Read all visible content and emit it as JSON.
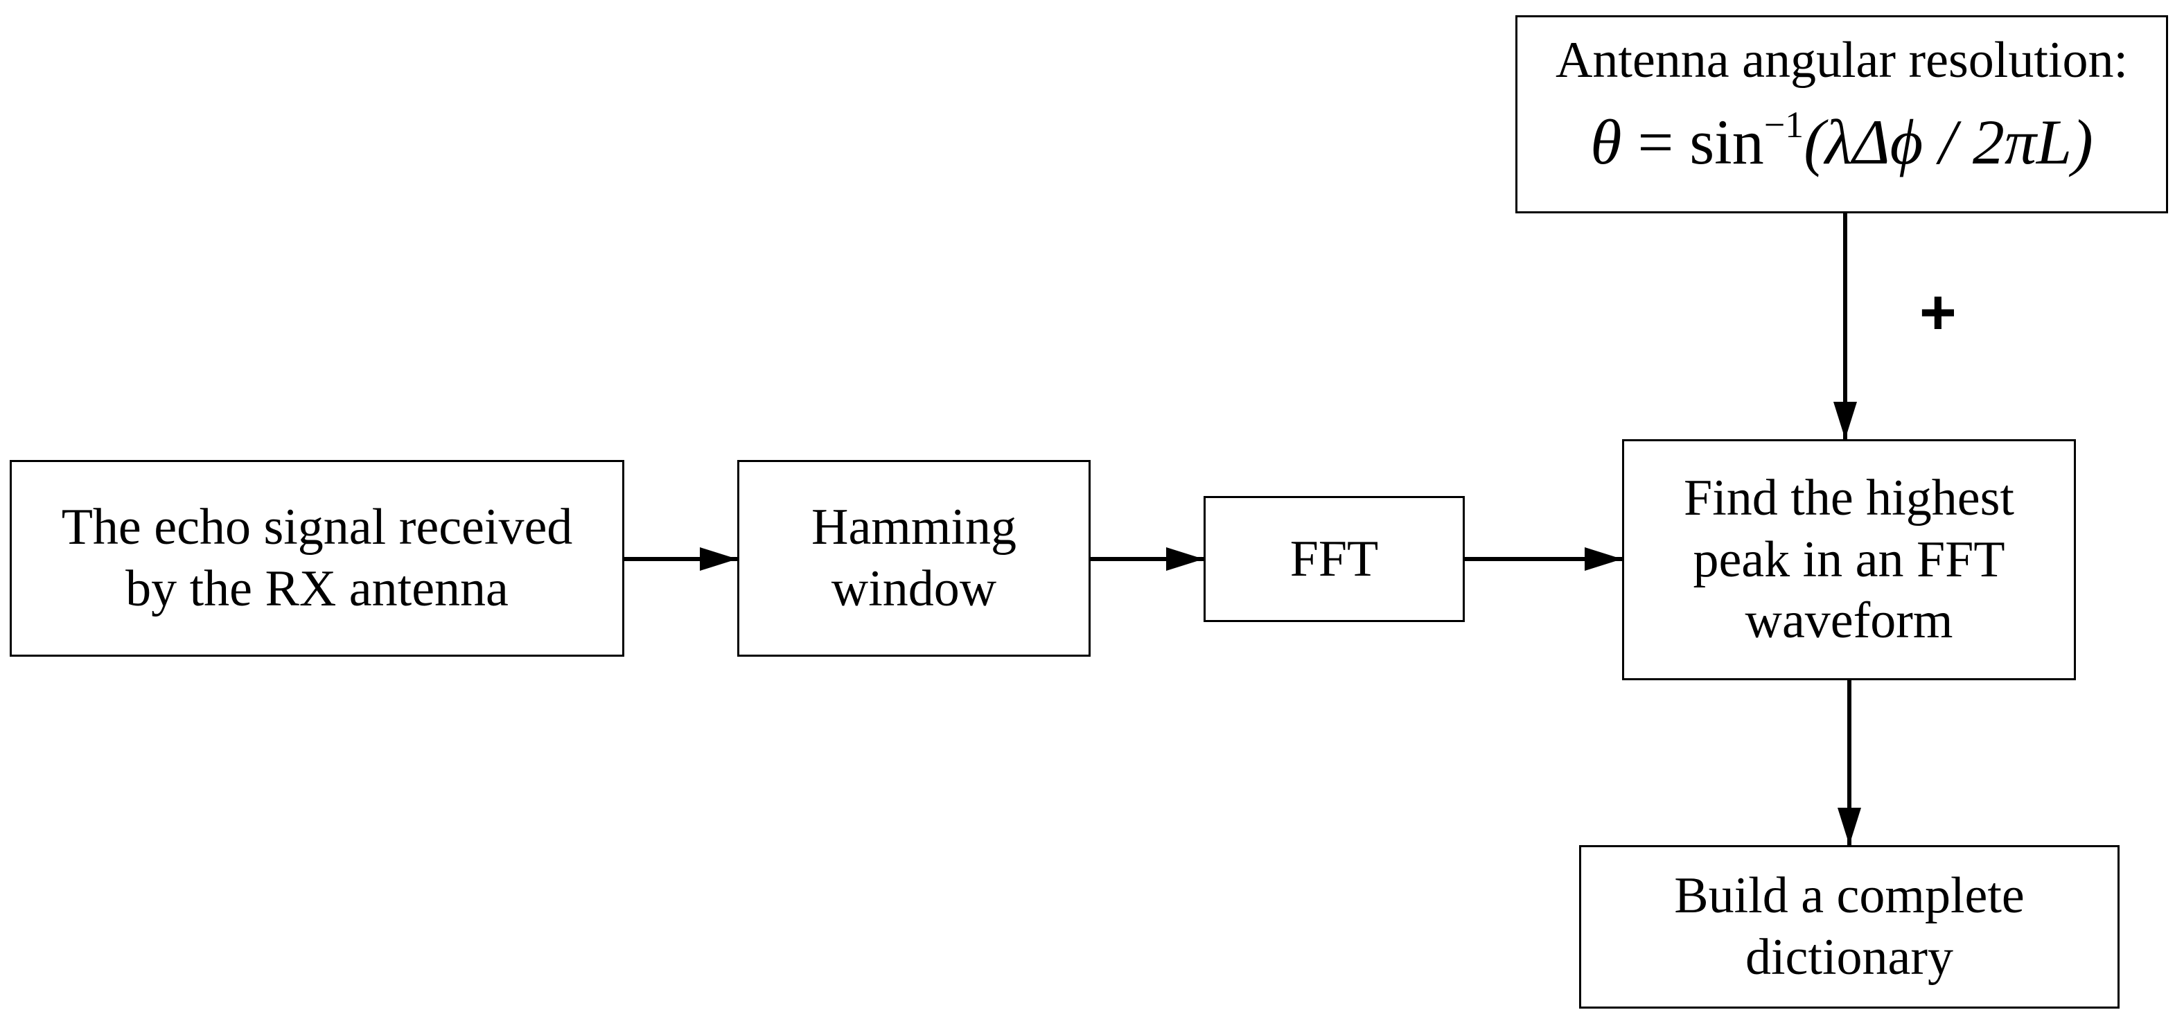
{
  "nodes": {
    "echo_signal": {
      "lines": [
        "The echo signal received",
        "by the RX antenna"
      ]
    },
    "hamming_window": {
      "lines": [
        "Hamming",
        "window"
      ]
    },
    "fft": {
      "lines": [
        "FFT"
      ]
    },
    "find_peak": {
      "lines": [
        "Find the highest",
        "peak in an FFT",
        "waveform"
      ]
    },
    "dictionary": {
      "lines": [
        "Build a complete",
        "dictionary"
      ]
    },
    "angular_resolution": {
      "title": "Antenna angular resolution:",
      "formula": {
        "theta": "θ",
        "equals": " = ",
        "func": "sin",
        "exponent": "−1",
        "argument": "(λΔϕ / 2πL)"
      }
    }
  },
  "labels": {
    "plus": "+"
  },
  "edges": [
    {
      "from": "echo_signal",
      "to": "hamming_window"
    },
    {
      "from": "hamming_window",
      "to": "fft"
    },
    {
      "from": "fft",
      "to": "find_peak"
    },
    {
      "from": "angular_resolution",
      "to": "find_peak"
    },
    {
      "from": "find_peak",
      "to": "dictionary"
    }
  ]
}
